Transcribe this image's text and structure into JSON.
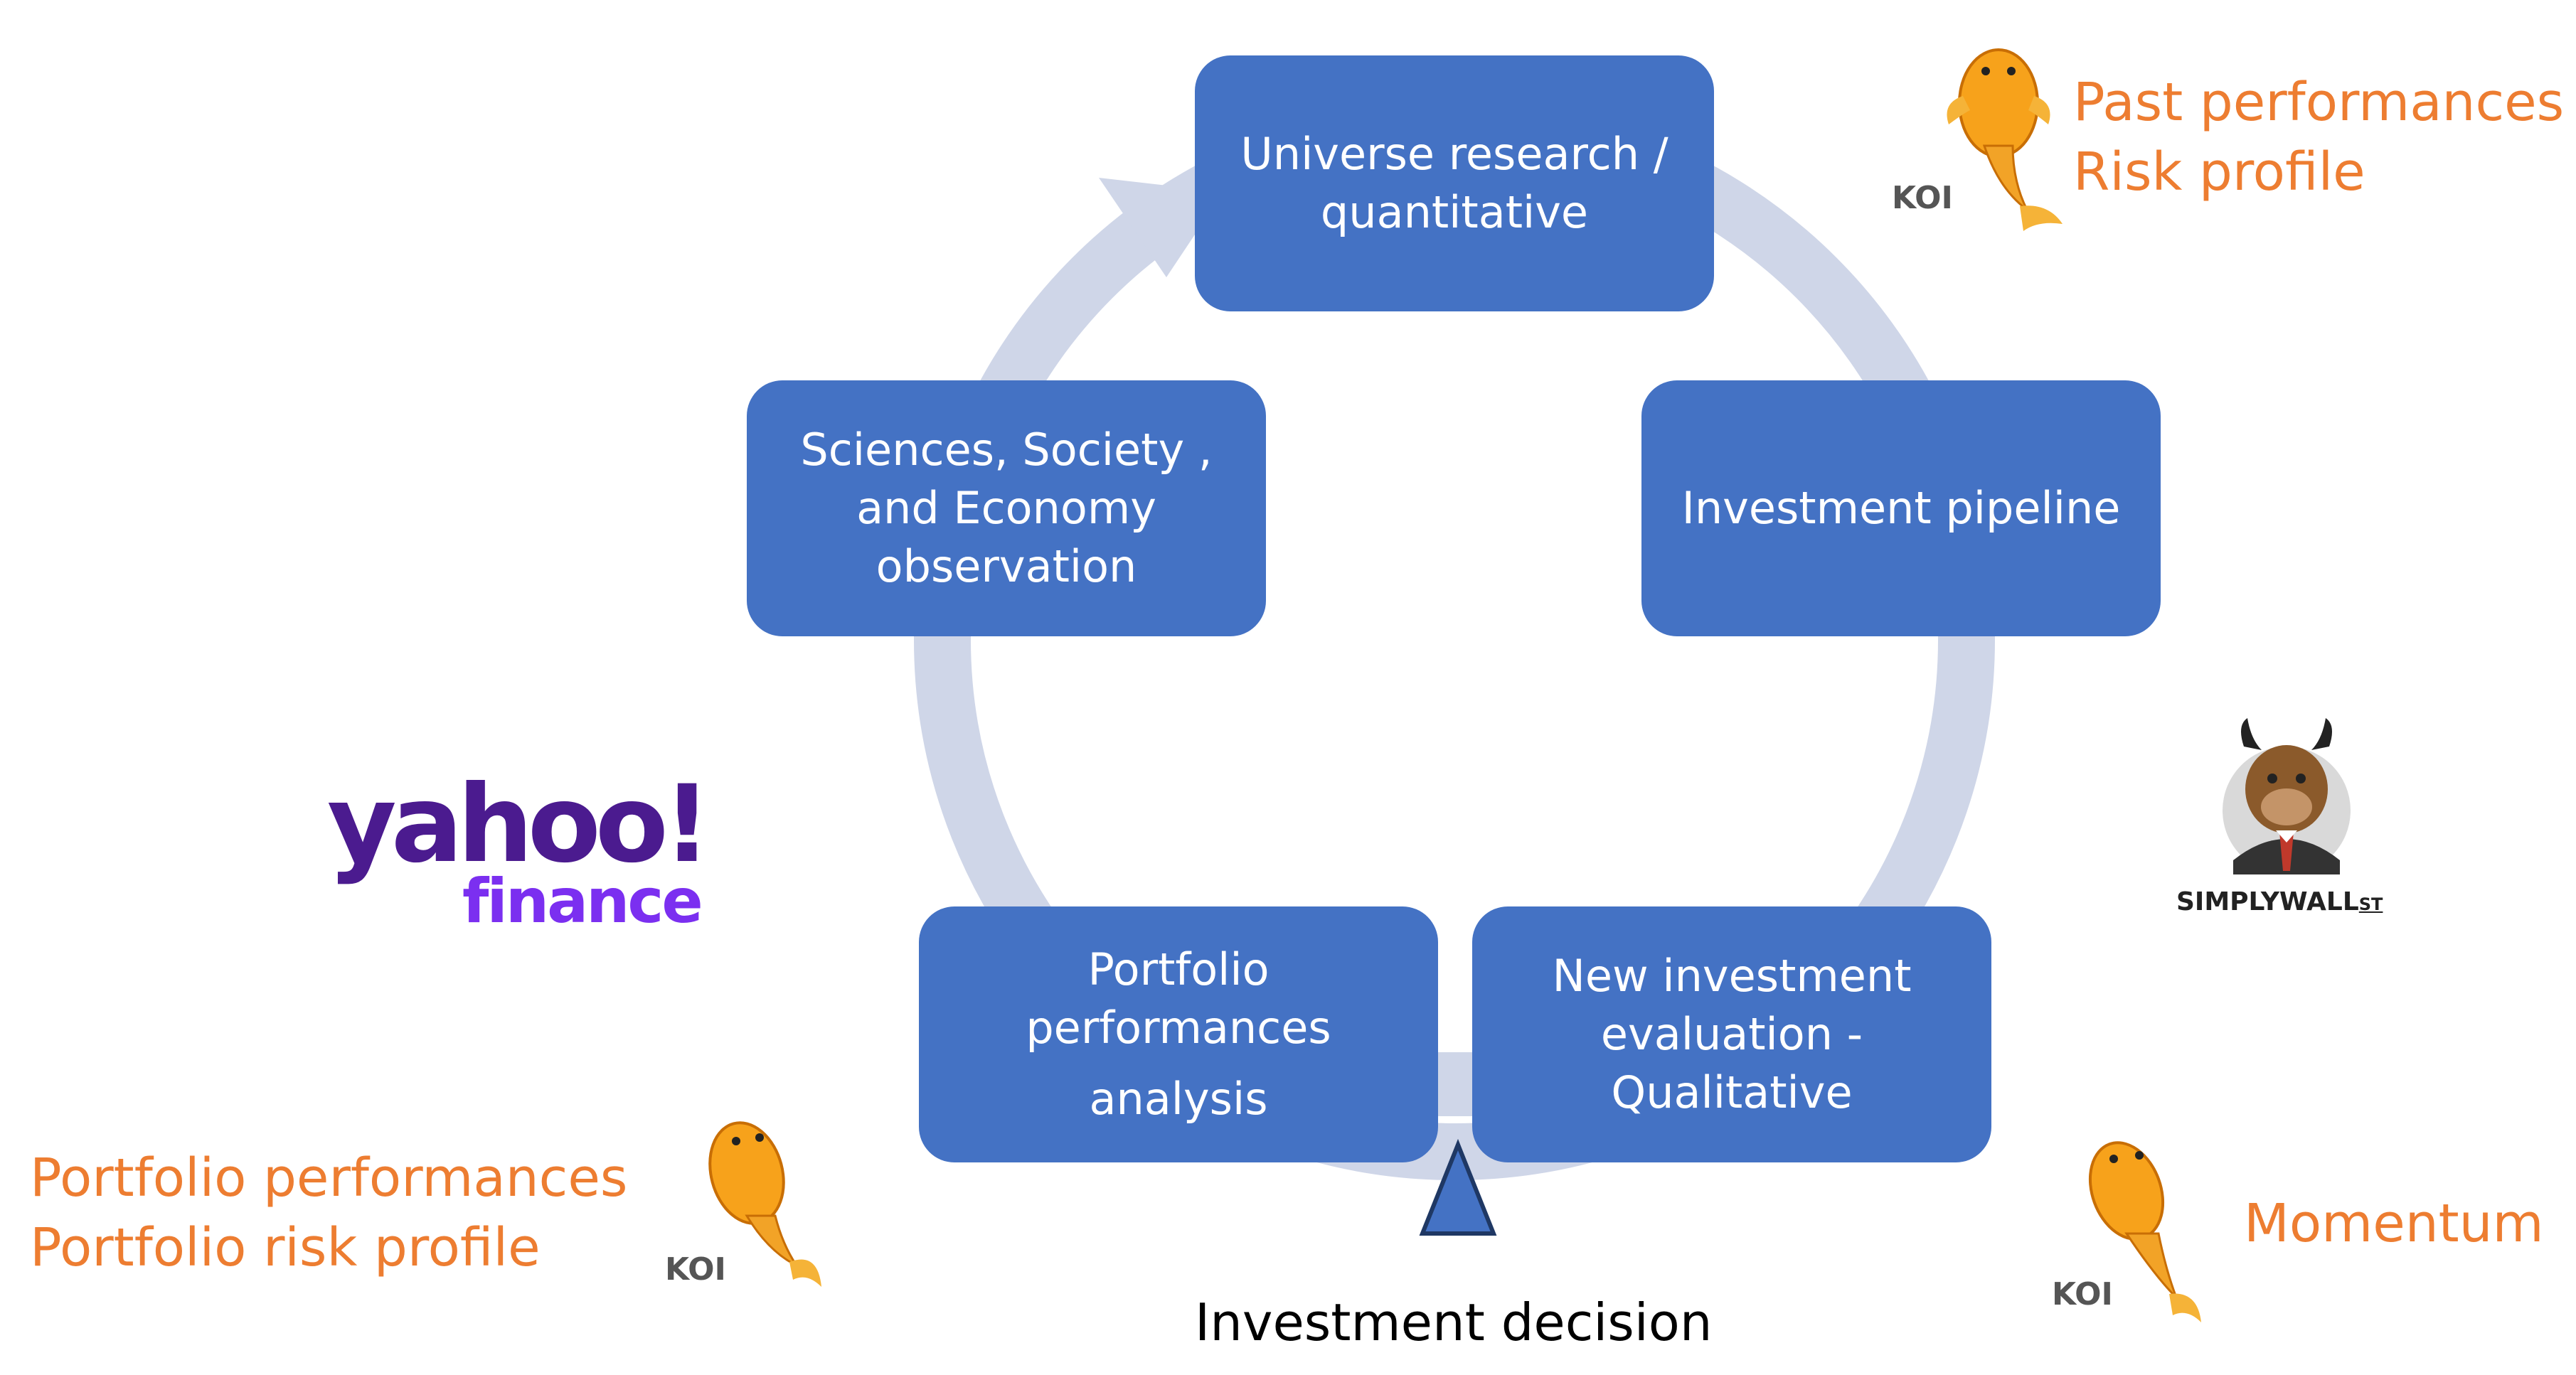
{
  "steps": {
    "universe": [
      "Universe research /",
      "quantitative"
    ],
    "pipeline": [
      "Investment pipeline"
    ],
    "evaluation": [
      "New investment",
      "evaluation -",
      "Qualitative"
    ],
    "portfolio": [
      "Portfolio",
      "performances",
      "analysis"
    ],
    "sciences": [
      "Sciences, Society ,",
      "and Economy",
      "observation"
    ]
  },
  "decision_label": "Investment decision",
  "notes": {
    "top_right": [
      "Past performances",
      "Risk profile"
    ],
    "bottom_right": [
      "Momentum"
    ],
    "bottom_left": [
      "Portfolio performances",
      "Portfolio risk profile"
    ]
  },
  "logos": {
    "koi": "KOI",
    "yahoo_word": "yahoo!",
    "yahoo_sub": "finance",
    "simplywall_main": "SIMPLYWALL",
    "simplywall_sub": "ST"
  },
  "colors": {
    "box_fill": "#4472c4",
    "ring": "#cfd6e8",
    "note": "#ed7d31",
    "yahoo_dark": "#4b1b8f",
    "yahoo_light": "#7b2ff0"
  },
  "icons": [
    "koi-fish-icon",
    "bull-mascot-icon",
    "triangle-marker-icon",
    "cycle-arrow-icon"
  ]
}
